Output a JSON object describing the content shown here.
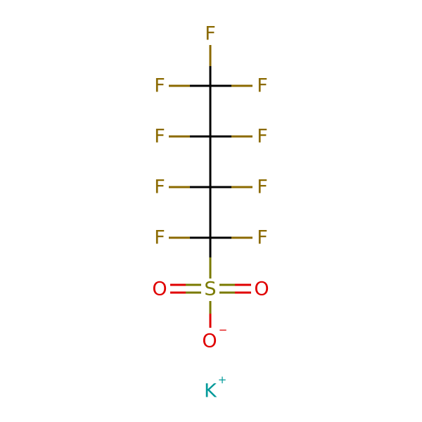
{
  "molecule": {
    "colors": {
      "carbon": "#000000",
      "fluorine": "#8b6a00",
      "sulfur": "#7a7a00",
      "oxygen": "#e00000",
      "potassium": "#009999"
    },
    "atoms": {
      "f_top": {
        "symbol": "F",
        "element": "fluorine"
      },
      "f1_left": {
        "symbol": "F",
        "element": "fluorine"
      },
      "f1_right": {
        "symbol": "F",
        "element": "fluorine"
      },
      "f2_left": {
        "symbol": "F",
        "element": "fluorine"
      },
      "f2_right": {
        "symbol": "F",
        "element": "fluorine"
      },
      "f3_left": {
        "symbol": "F",
        "element": "fluorine"
      },
      "f3_right": {
        "symbol": "F",
        "element": "fluorine"
      },
      "f4_left": {
        "symbol": "F",
        "element": "fluorine"
      },
      "f4_right": {
        "symbol": "F",
        "element": "fluorine"
      },
      "sulfur": {
        "symbol": "S",
        "element": "sulfur"
      },
      "o_left": {
        "symbol": "O",
        "element": "oxygen"
      },
      "o_right": {
        "symbol": "O",
        "element": "oxygen"
      },
      "o_bottom": {
        "symbol": "O",
        "element": "oxygen",
        "charge": "−"
      },
      "potassium": {
        "symbol": "K",
        "element": "potassium",
        "charge": "+"
      }
    }
  }
}
